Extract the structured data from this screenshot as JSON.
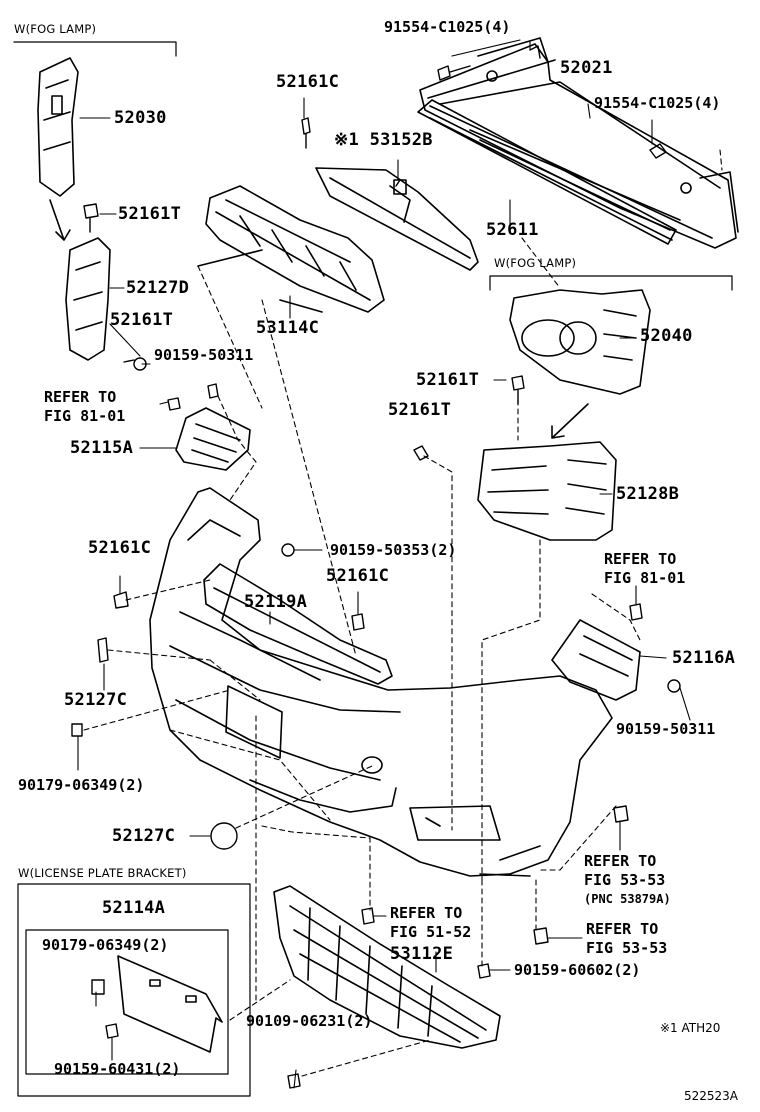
{
  "groups": {
    "fog_lamp_left": "W(FOG LAMP)",
    "fog_lamp_right": "W(FOG LAMP)",
    "license_plate_bracket": "W(LICENSE PLATE BRACKET)"
  },
  "parts": {
    "p91554_c1025_top": "91554-C1025(4)",
    "p52021": "52021",
    "p91554_c1025_mid": "91554-C1025(4)",
    "p52161c_top": "52161C",
    "p53152b": "※1 53152B",
    "p52030": "52030",
    "p52161t_left": "52161T",
    "p52611": "52611",
    "p52127d": "52127D",
    "p53114c": "53114C",
    "p52161t_left2": "52161T",
    "p90159_50311_left": "90159-50311",
    "p52040": "52040",
    "p52161t_right": "52161T",
    "p52161t_right2": "52161T",
    "p52115a": "52115A",
    "p52128b": "52128B",
    "p52161c_left": "52161C",
    "p90159_50353": "90159-50353(2)",
    "p52161c_mid": "52161C",
    "p52119a": "52119A",
    "p52116a": "52116A",
    "p52127c_left": "52127C",
    "p90159_50311_right": "90159-50311",
    "p90179_06349_left": "90179-06349(2)",
    "p52127c_mid": "52127C",
    "p52114a": "52114A",
    "p90179_06349_box": "90179-06349(2)",
    "p53112e": "53112E",
    "p90159_60602": "90159-60602(2)",
    "p90109_06231": "90109-06231(2)",
    "p90159_60431": "90159-60431(2)"
  },
  "refs": {
    "ref_81_01_left": [
      "REFER TO",
      "FIG 81-01"
    ],
    "ref_81_01_right": [
      "REFER TO",
      "FIG 81-01"
    ],
    "ref_53_53_a": [
      "REFER TO",
      "FIG 53-53"
    ],
    "ref_53_53_pnc": "(PNC 53879A)",
    "ref_51_52": [
      "REFER TO",
      "FIG 51-52"
    ],
    "ref_53_53_b": [
      "REFER TO",
      "FIG 53-53"
    ]
  },
  "notes": {
    "footnote": "※1 ATH20",
    "diagram_id": "522523A"
  }
}
